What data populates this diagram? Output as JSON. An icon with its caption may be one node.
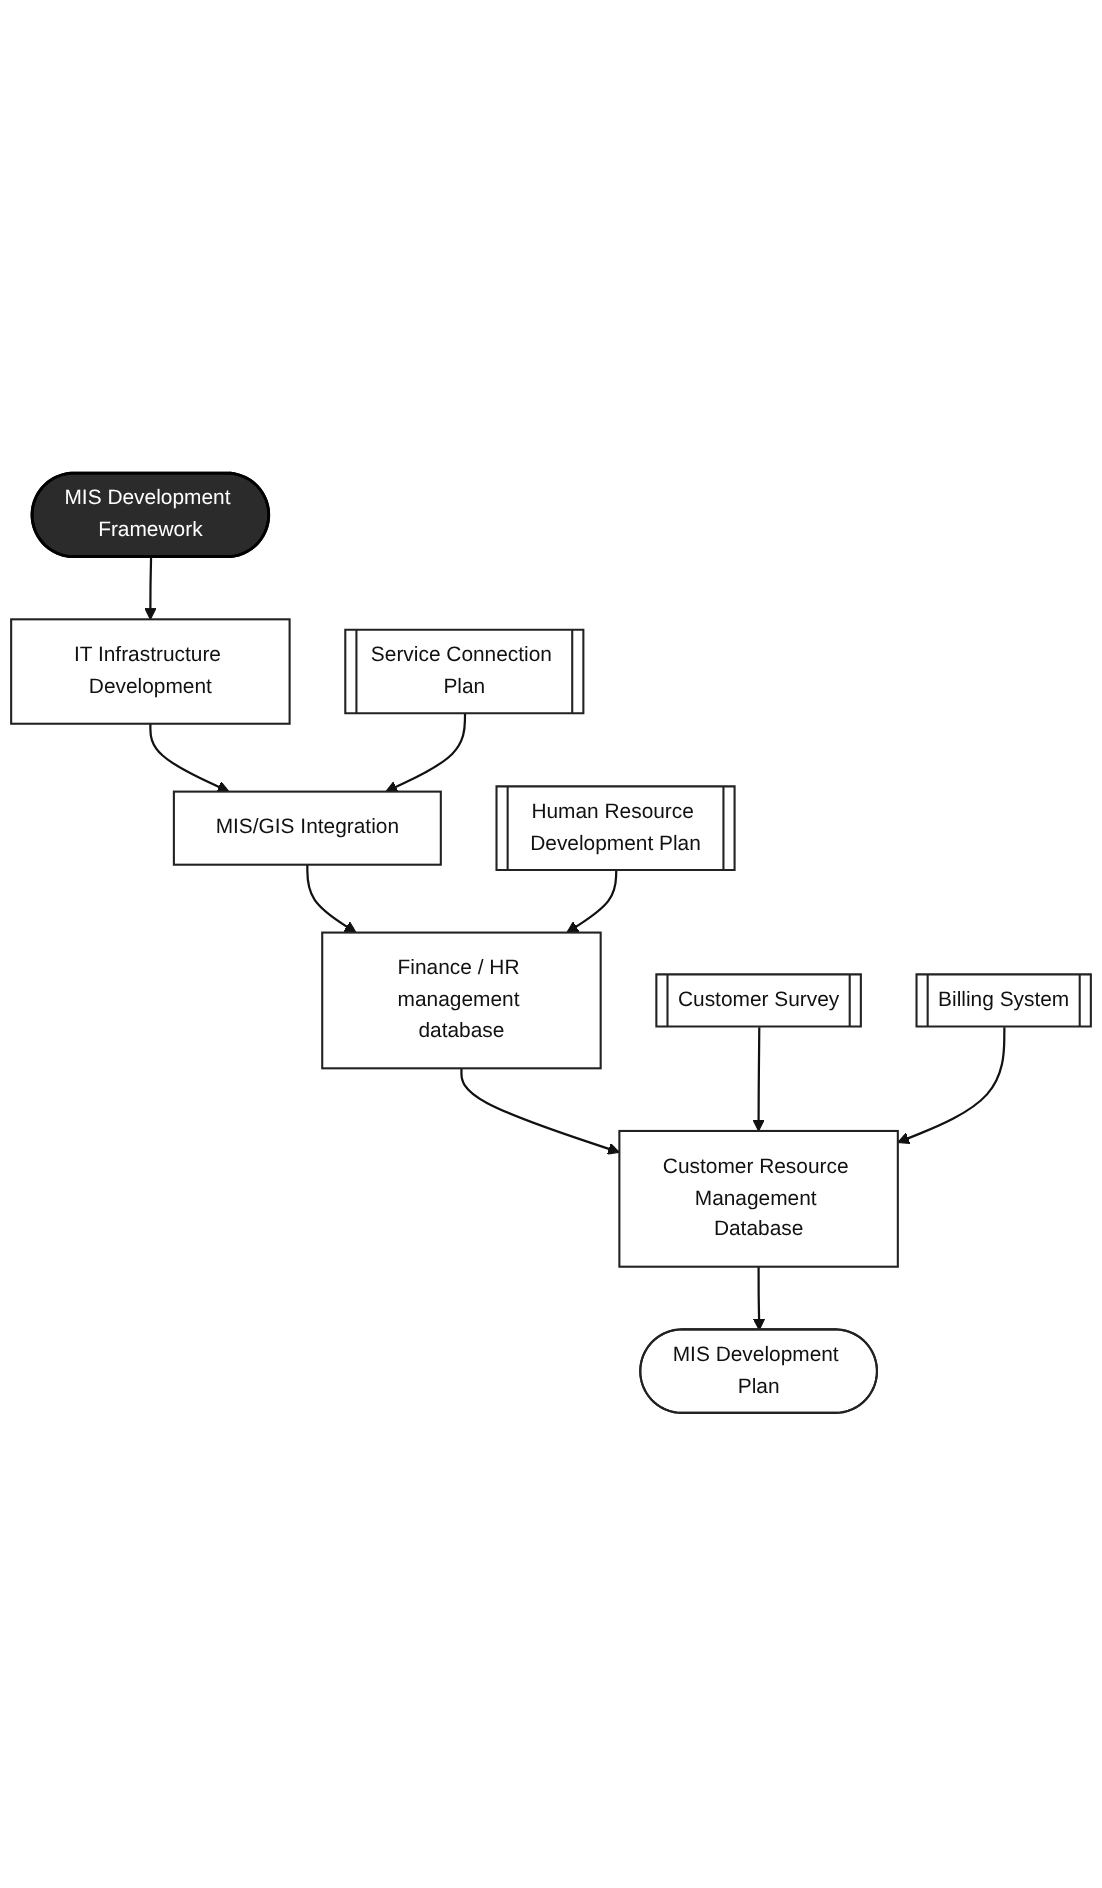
{
  "diagram": {
    "nodes": [
      {
        "text": [
          "MIS Development Framework"
        ]
      },
      {
        "text": [
          "IT Infrastructure Development"
        ]
      },
      {
        "text": [
          "MIS/GIS Integration"
        ]
      },
      {
        "text": [
          "Finance / HR management database"
        ]
      },
      {
        "text": [
          "Customer Resource Management Database"
        ]
      },
      {
        "text": [
          "MIS Development Plan"
        ]
      },
      {
        "text": [
          "Service Connection Plan"
        ]
      },
      {
        "text": [
          "Human Resource Development Plan"
        ]
      },
      {
        "text": [
          "Customer Survey"
        ]
      },
      {
        "text": [
          "Billing System"
        ]
      }
    ],
    "edges": [
      {
        "from": 0,
        "to": 1,
        "arrow": "to"
      },
      {
        "from": 1,
        "to": 2,
        "arrow": "to"
      },
      {
        "from": 2,
        "to": 3,
        "arrow": "to"
      },
      {
        "from": 3,
        "to": 4,
        "arrow": "to"
      },
      {
        "from": 4,
        "to": 5,
        "arrow": "to"
      },
      {
        "from": 6,
        "to": 2,
        "arrow": "to"
      },
      {
        "from": 7,
        "to": 3,
        "arrow": "to"
      },
      {
        "from": 8,
        "to": 4,
        "arrow": "to"
      },
      {
        "from": 9,
        "to": 4,
        "arrow": "to"
      }
    ]
  }
}
